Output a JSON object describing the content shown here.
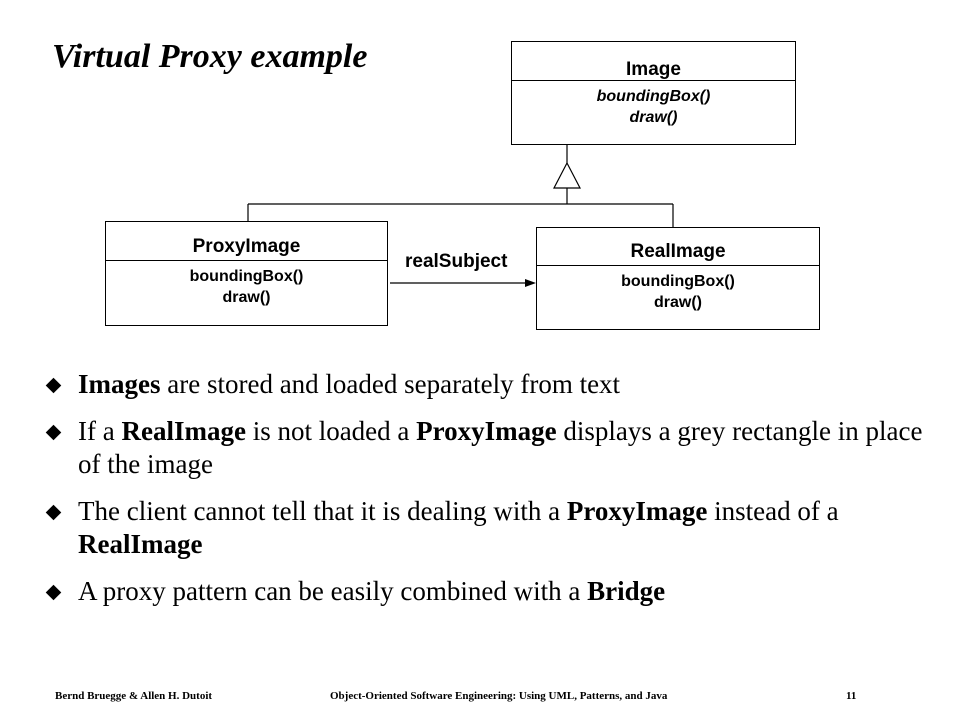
{
  "slide": {
    "title": "Virtual Proxy example"
  },
  "diagram": {
    "image_class": {
      "name": "Image",
      "operations": [
        "boundingBox()",
        "draw()"
      ]
    },
    "proxy_class": {
      "name": "ProxyImage",
      "operations": [
        "boundingBox()",
        "draw()"
      ]
    },
    "real_class": {
      "name": "RealImage",
      "operations": [
        "boundingBox()",
        "draw()"
      ]
    },
    "association_label": "realSubject"
  },
  "bullets": [
    {
      "parts": [
        {
          "text": "Images",
          "bold": true
        },
        {
          "text": " are stored and loaded separately from text",
          "bold": false
        }
      ]
    },
    {
      "parts": [
        {
          "text": "If a ",
          "bold": false
        },
        {
          "text": "RealImage",
          "bold": true
        },
        {
          "text": " is not loaded a ",
          "bold": false
        },
        {
          "text": "ProxyImage",
          "bold": true
        },
        {
          "text": " displays a grey rectangle in place of the image",
          "bold": false
        }
      ]
    },
    {
      "parts": [
        {
          "text": "The client cannot tell that it is dealing with a ",
          "bold": false
        },
        {
          "text": "ProxyImage",
          "bold": true
        },
        {
          "text": " instead of a ",
          "bold": false
        },
        {
          "text": "RealImage",
          "bold": true
        }
      ]
    },
    {
      "parts": [
        {
          "text": "A proxy pattern can be easily combined with a ",
          "bold": false
        },
        {
          "text": "Bridge",
          "bold": true
        }
      ]
    }
  ],
  "footer": {
    "left": "Bernd Bruegge & Allen H. Dutoit",
    "center": "Object-Oriented Software Engineering: Using UML, Patterns, and Java",
    "page_number": "11"
  }
}
